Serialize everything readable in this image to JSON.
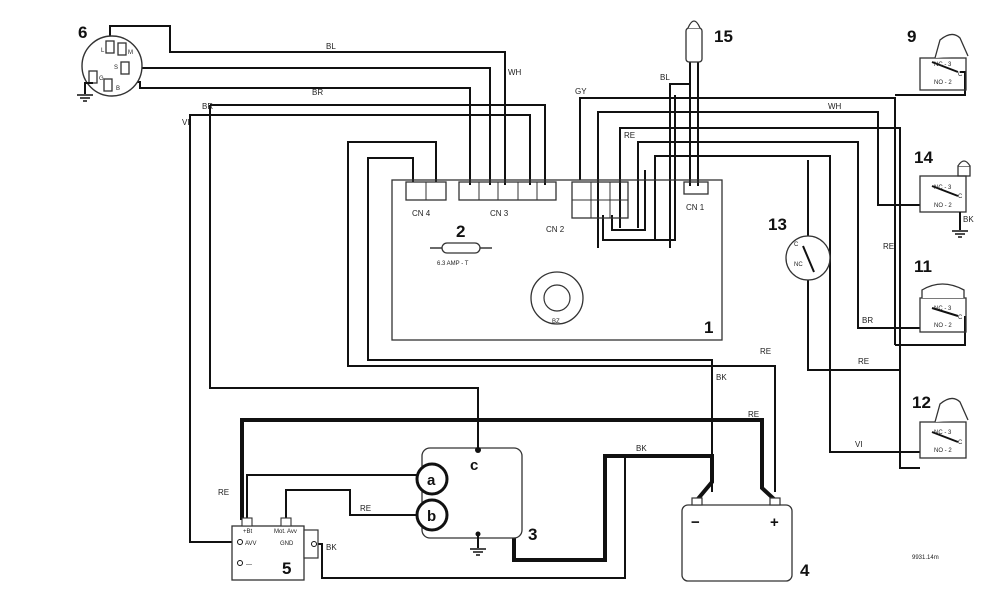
{
  "components": {
    "ignition_switch": {
      "number": "6",
      "pins": [
        "L",
        "M",
        "S",
        "G",
        "B"
      ]
    },
    "control_module": {
      "number": "1",
      "connectors": [
        "CN 4",
        "CN 3",
        "CN 2",
        "CN 1"
      ],
      "buzzer": "BZ"
    },
    "fuse": {
      "number": "2",
      "rating": "6.3 AMP - T"
    },
    "clutch": {
      "number": "3",
      "terminals": [
        "a",
        "b",
        "c"
      ]
    },
    "battery": {
      "number": "4",
      "neg": "−",
      "pos": "+"
    },
    "relay": {
      "number": "5",
      "pins": [
        "+Bt",
        "Mot. Avv",
        "AVV",
        "GND",
        "—"
      ]
    },
    "indicator_lamp": {
      "number": "15"
    },
    "switch_9": {
      "number": "9",
      "nc": "NC - 3",
      "no": "NO - 2",
      "c": "C"
    },
    "switch_14": {
      "number": "14",
      "nc": "NC - 3",
      "no": "NO - 2",
      "c": "C"
    },
    "switch_11": {
      "number": "11",
      "nc": "NC - 3",
      "no": "NO - 2",
      "c": "C"
    },
    "switch_12": {
      "number": "12",
      "nc": "NC - 3",
      "no": "NO - 2",
      "c": "C"
    },
    "switch_13": {
      "number": "13",
      "c": "C",
      "nc": "NC"
    }
  },
  "wire_colors": {
    "bl": "BL",
    "wh": "WH",
    "br": "BR",
    "vi": "VI",
    "gy": "GY",
    "re": "RE",
    "bk": "BK"
  },
  "ref_code": "9931.14m"
}
